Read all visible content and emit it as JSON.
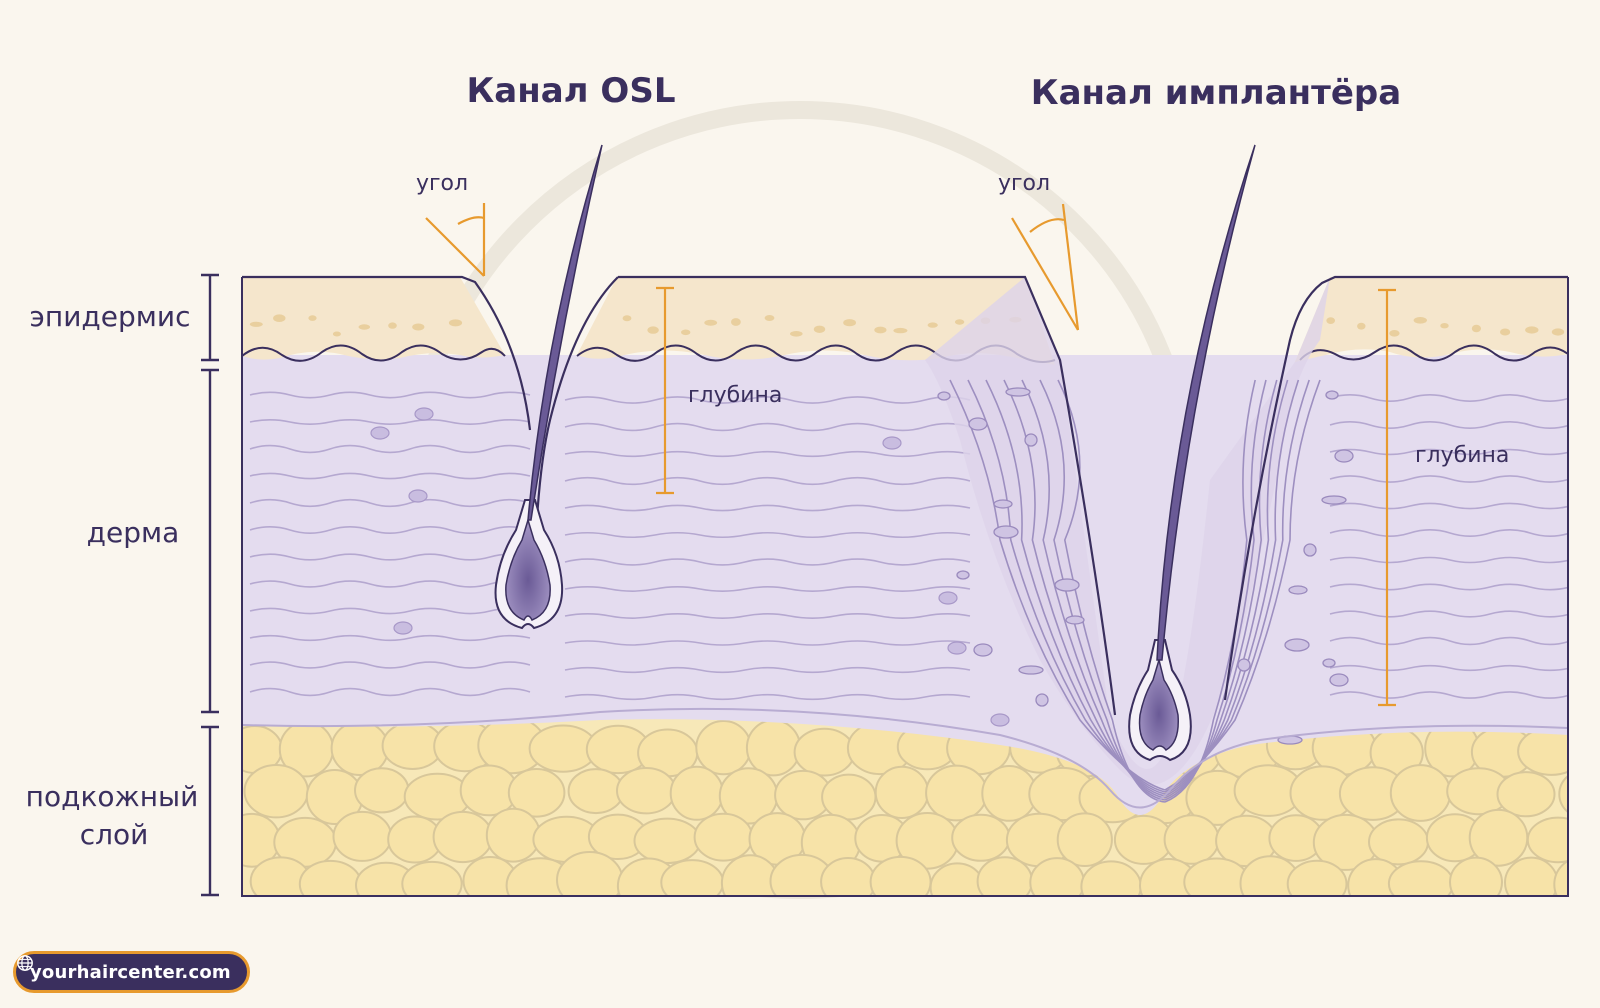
{
  "titles": {
    "osl": "Канал OSL",
    "implanter": "Канал имплантёра"
  },
  "angle_labels": {
    "osl": "угол",
    "implanter": "угол"
  },
  "depth_labels": {
    "osl": "глубина",
    "implanter": "глубина"
  },
  "layers": {
    "epidermis": "эпидермис",
    "dermis": "дерма",
    "subcutaneous_line1": "подкожный",
    "subcutaneous_line2": "слой"
  },
  "badge": {
    "icon": "globe-icon",
    "text": "yourhaircenter.com"
  },
  "colors": {
    "background": "#faf6ee",
    "epidermis": "#f5e6cc",
    "dermis": "#e4dcef",
    "fat": "#f7e8b8",
    "outline": "#3a2f5e",
    "accent": "#e79a2e"
  }
}
